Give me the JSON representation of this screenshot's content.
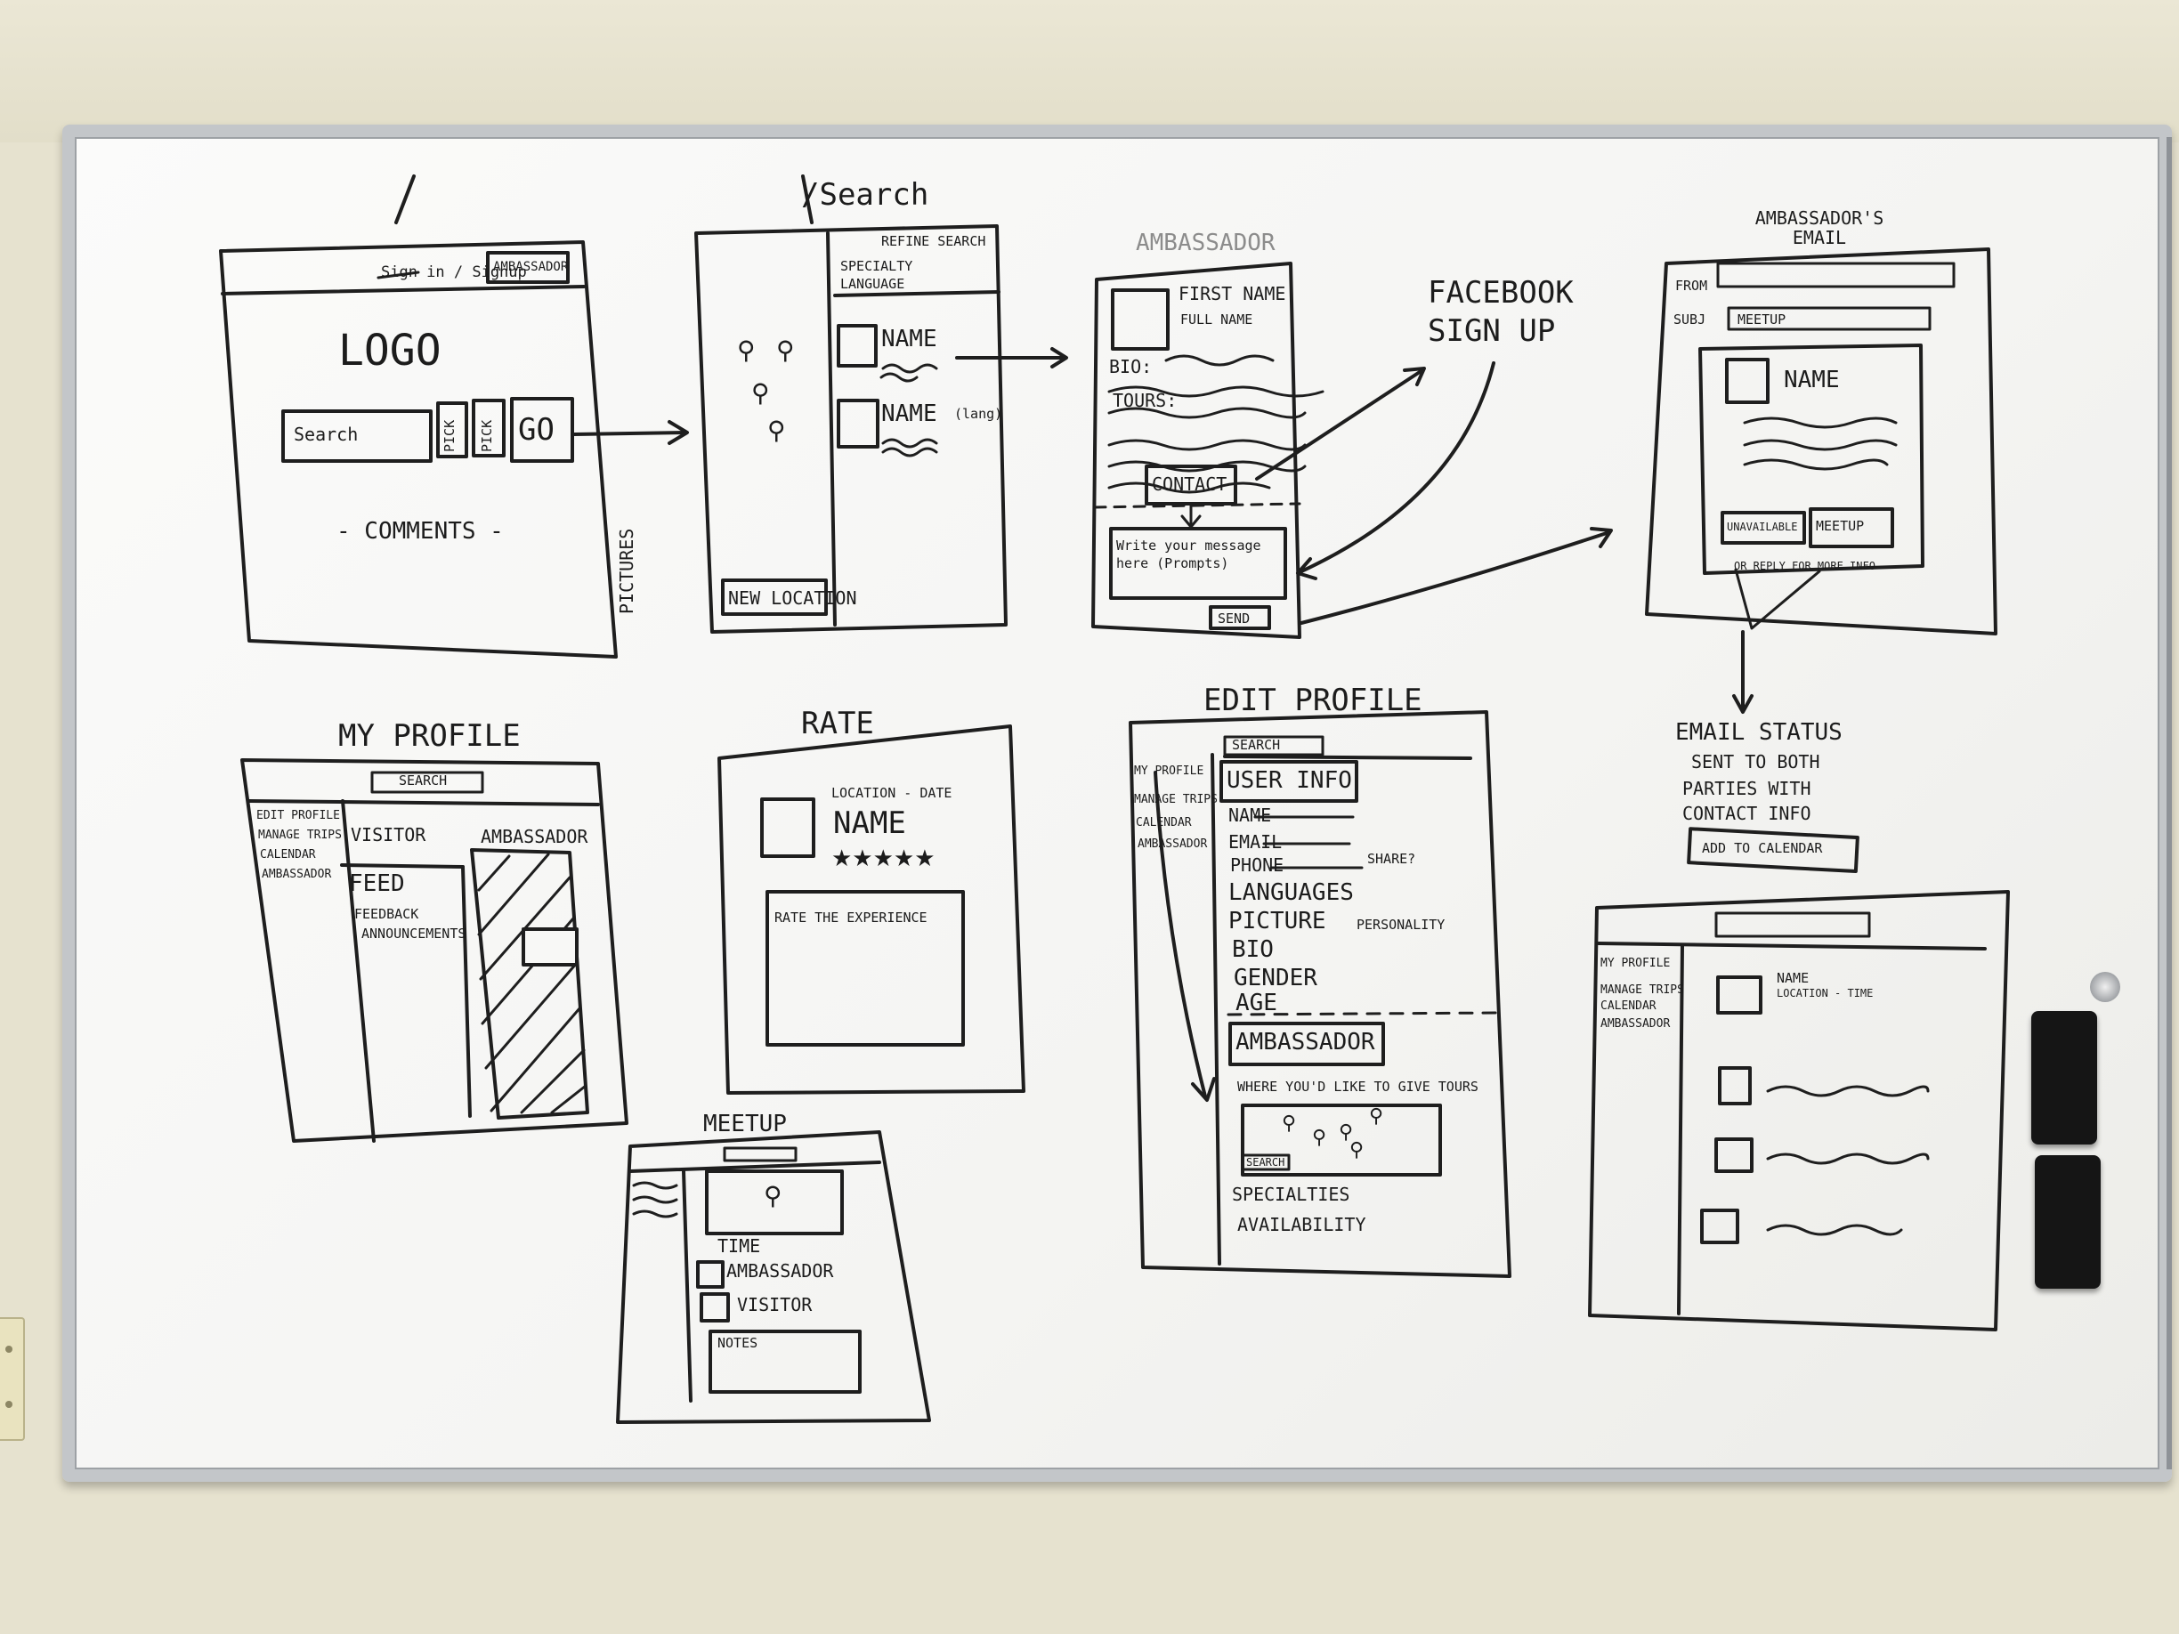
{
  "frames": {
    "home": {
      "title": "/",
      "sign_in": "Sign in / Signup",
      "ambassador": "AMBASSADOR",
      "logo": "LOGO",
      "search": "Search",
      "filter_one": "PICK",
      "filter_two": "PICK",
      "go": "GO",
      "comments": "- COMMENTS -",
      "pictures": "PICTURES"
    },
    "search": {
      "title": "/Search",
      "refine": "REFINE SEARCH",
      "specialty": "SPECIALTY",
      "language": "LANGUAGE",
      "name_one": "NAME",
      "name_two": "NAME",
      "name_two_note": "(lang)",
      "new_location": "NEW LOCATION"
    },
    "ambassador": {
      "title": "AMBASSADOR",
      "first_name": "FIRST NAME",
      "sub_lines": "FULL NAME",
      "bio": "BIO:",
      "tours": "TOURS:",
      "contact": "CONTACT",
      "message_prompt": "Write your message here (Prompts)",
      "send": "SEND"
    },
    "facebook": {
      "title": "FACEBOOK SIGN UP"
    },
    "email": {
      "title": "AMBASSADOR'S EMAIL",
      "from": "FROM",
      "subject": "SUBJ",
      "subject_value": "MEETUP",
      "name": "NAME",
      "unavailable": "UNAVAILABLE",
      "meetup": "MEETUP",
      "note": "OR REPLY FOR MORE INFO"
    },
    "email_status": {
      "line_one": "EMAIL STATUS",
      "line_two": "SENT TO BOTH",
      "line_three": "PARTIES WITH",
      "line_four": "CONTACT INFO",
      "button": "ADD TO CALENDAR"
    },
    "my_profile": {
      "title": "MY PROFILE",
      "search": "SEARCH",
      "sidebar": [
        "EDIT PROFILE",
        "MANAGE TRIPS",
        "CALENDAR",
        "AMBASSADOR"
      ],
      "visitor": "VISITOR",
      "ambassador": "AMBASSADOR",
      "feed": "FEED",
      "feedback": "FEEDBACK",
      "announcements": "ANNOUNCEMENTS"
    },
    "rate": {
      "title": "RATE",
      "location_date": "LOCATION - DATE",
      "name": "NAME",
      "stars": "★★★★★",
      "rate_label": "RATE THE EXPERIENCE"
    },
    "meetup": {
      "title": "MEETUP",
      "time": "TIME",
      "ambassador": "AMBASSADOR",
      "visitor": "VISITOR",
      "notes": "NOTES"
    },
    "edit_profile": {
      "title": "EDIT PROFILE",
      "search": "SEARCH",
      "sidebar": [
        "MY PROFILE",
        "MANAGE TRIPS",
        "CALENDAR",
        "AMBASSADOR"
      ],
      "user_info": "USER INFO",
      "name": "NAME",
      "email": "EMAIL",
      "phone": "PHONE",
      "share": "SHARE?",
      "languages": "LANGUAGES",
      "picture": "PICTURE",
      "personality": "PERSONALITY",
      "bio": "BIO",
      "gender": "GENDER",
      "age": "AGE",
      "ambassador": "AMBASSADOR",
      "where_tours": "WHERE YOU'D LIKE TO GIVE TOURS",
      "map_search": "SEARCH",
      "specialties": "SPECIALTIES",
      "availability": "AVAILABILITY"
    },
    "trips": {
      "sidebar": [
        "MY PROFILE",
        "MANAGE TRIPS",
        "CALENDAR",
        "AMBASSADOR"
      ],
      "name": "NAME",
      "location_time": "LOCATION - TIME"
    }
  },
  "colors": {
    "ink": "#1c1c1c",
    "board": "#f7f7f5",
    "wall": "#e6e2cf",
    "frame": "#c3c6c9"
  }
}
